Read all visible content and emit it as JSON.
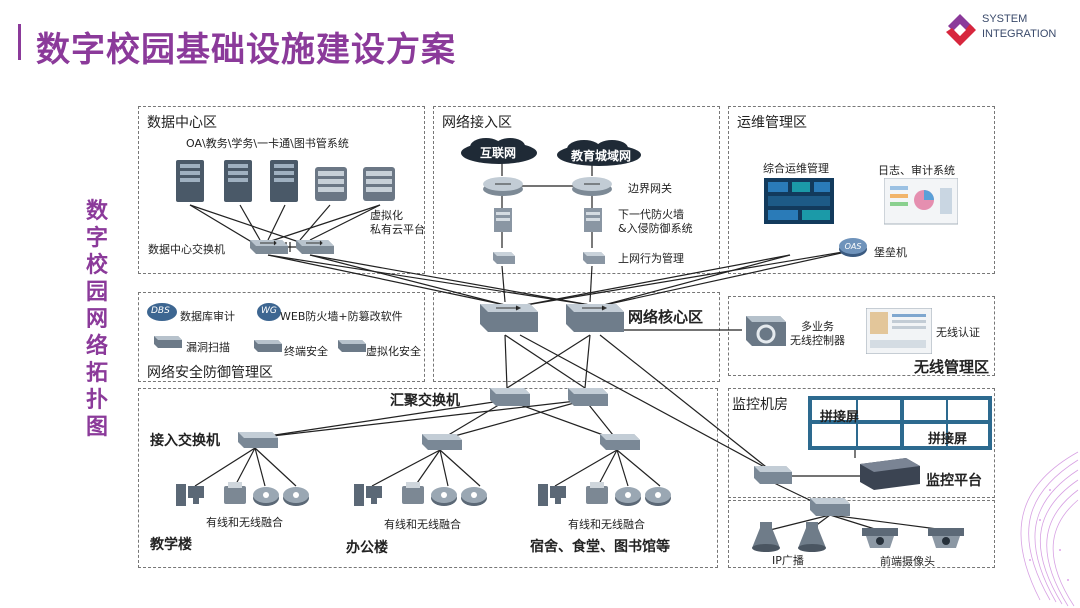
{
  "header": {
    "title": "数字校园基础设施建设方案",
    "brand_line1": "SYSTEM",
    "brand_line2": "INTEGRATION",
    "accent_color": "#8b3a9a"
  },
  "side_title": "数字校园网络拓扑图",
  "zones": {
    "datacenter": {
      "title": "数据中心区",
      "systems": "OA\\教务\\学务\\一卡通\\图书管系统",
      "virtual": "虚拟化\n私有云平台",
      "switch": "数据中心交换机"
    },
    "access_net": {
      "title": "网络接入区",
      "cloud_internet": "互联网",
      "cloud_edu": "教育城域网",
      "border_gateway": "边界网关",
      "firewall": "下一代防火墙\n&入侵防御系统",
      "behavior": "上网行为管理"
    },
    "ops": {
      "title": "运维管理区",
      "integrated": "综合运维管理",
      "log_audit": "日志、审计系统",
      "bastion": "堡垒机"
    },
    "security": {
      "title": "网络安全防御管理区",
      "db_audit": "数据库审计",
      "waf": "WEB防火墙+防篡改软件",
      "vuln_scan": "漏洞扫描",
      "endpoint": "终端安全",
      "virt_security": "虚拟化安全",
      "dbs_badge": "DBS",
      "wg_badge": "WG"
    },
    "core": {
      "title": "网络核心区"
    },
    "wireless": {
      "title": "无线管理区",
      "controller": "多业务\n无线控制器",
      "auth": "无线认证"
    },
    "aggregation": {
      "agg_switch": "汇聚交换机",
      "access_switch": "接入交换机",
      "fusion": "有线和无线融合",
      "building_teach": "教学楼",
      "building_office": "办公楼",
      "building_dorm": "宿舍、食堂、图书馆等"
    },
    "monitor": {
      "title": "监控机房",
      "splice1": "拼接屏",
      "splice2": "拼接屏",
      "platform": "监控平台",
      "ip_broadcast": "IP广播",
      "camera": "前端摄像头"
    }
  }
}
